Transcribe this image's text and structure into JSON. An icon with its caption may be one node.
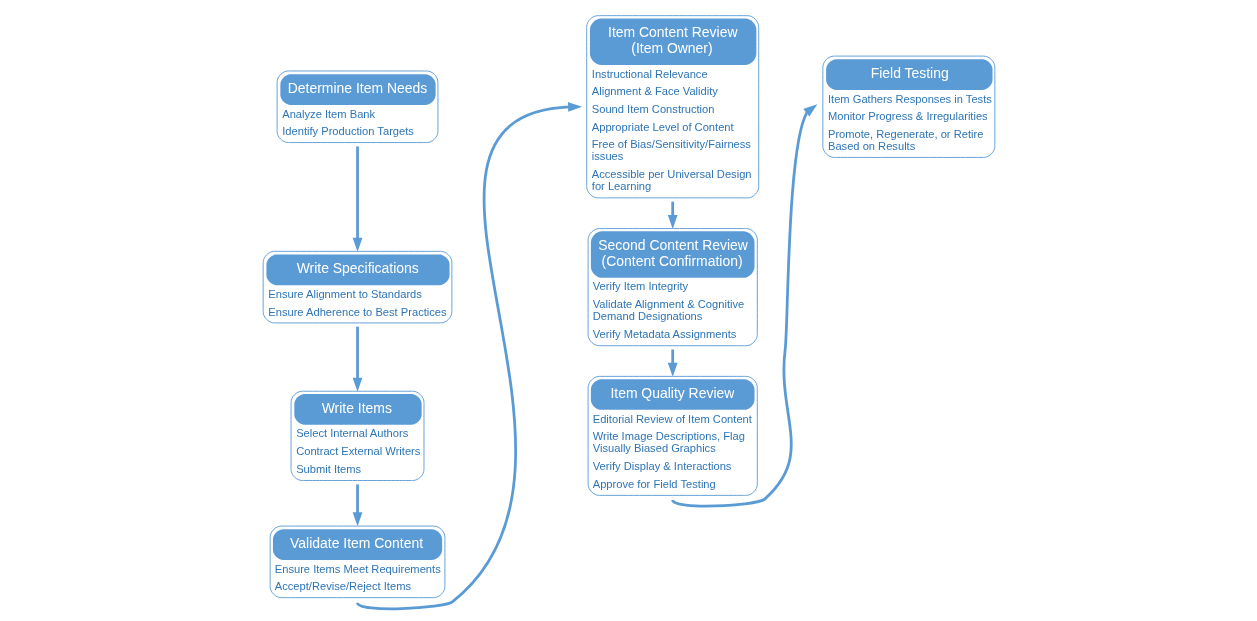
{
  "diagram": {
    "nodes": [
      {
        "text": [
          "Determine Item Needs",
          "Analyze Item Bank",
          "Identify Production Targets"
        ]
      },
      {
        "text": [
          "Write Specifications",
          "Ensure Alignment to Standards",
          "Ensure Adherence to Best Practices"
        ]
      },
      {
        "text": [
          "Write Items",
          "Select Internal Authors",
          "Contract External Writers",
          "Submit Items"
        ]
      },
      {
        "text": [
          "Validate Item Content",
          "Ensure Items Meet Requirements",
          "Accept/Revise/Reject Items"
        ]
      },
      {
        "text": [
          "Item Content Review (Item Owner)",
          "Instructional Relevance",
          "Alignment & Face Validity",
          "Sound Item Construction",
          "Appropriate Level of Content",
          "Free of Bias/Sensitivity/Fairness issues",
          "Accessible per Universal Design for Learning"
        ]
      },
      {
        "text": [
          "Second Content Review (Content Confirmation)",
          "Verify Item Integrity",
          "Validate Alignment & Cognitive Demand Designations",
          "Verify Metadata Assignments"
        ]
      },
      {
        "text": [
          "Item Quality Review",
          "Editorial Review of Item Content",
          "Write Image Descriptions, Flag Visually Biased Graphics",
          "Verify Display & Interactions",
          "Approve for Field Testing"
        ]
      },
      {
        "text": [
          "Field Testing",
          "Item Gathers Responses in Tests",
          "Monitor Progress & Irregularities",
          "Promote, Regenerate, or Retire Based on Results"
        ]
      }
    ],
    "edges": [
      {
        "from": 0,
        "to": 1,
        "arrow": "to"
      },
      {
        "from": 1,
        "to": 2,
        "arrow": "to"
      },
      {
        "from": 2,
        "to": 3,
        "arrow": "to"
      },
      {
        "from": 3,
        "to": 4,
        "arrow": "to"
      },
      {
        "from": 4,
        "to": 5,
        "arrow": "to"
      },
      {
        "from": 5,
        "to": 6,
        "arrow": "to"
      },
      {
        "from": 6,
        "to": 7,
        "arrow": "to"
      }
    ]
  }
}
